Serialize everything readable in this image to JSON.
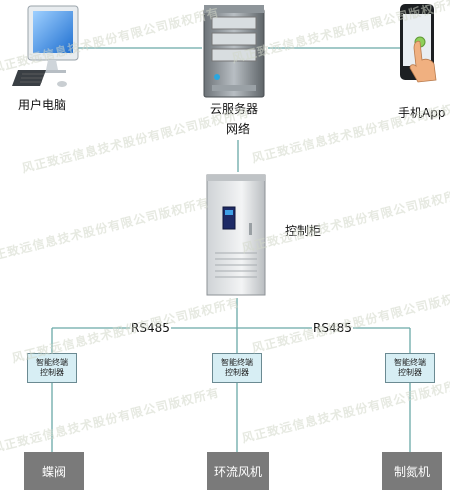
{
  "nodes": {
    "pc": {
      "label": "用户电脑"
    },
    "server": {
      "label": "云服务器"
    },
    "network": {
      "label": "网络"
    },
    "phone": {
      "label": "手机App"
    },
    "cabinet": {
      "label": "控制柜"
    }
  },
  "bus": {
    "left_label": "RS485",
    "right_label": "RS485"
  },
  "terminals": [
    {
      "line1": "智能终端",
      "line2": "控制器"
    },
    {
      "line1": "智能终端",
      "line2": "控制器"
    },
    {
      "line1": "智能终端",
      "line2": "控制器"
    }
  ],
  "devices": [
    {
      "label": "蝶阀"
    },
    {
      "label": "环流风机"
    },
    {
      "label": "制氮机"
    }
  ],
  "watermark": {
    "text": "风正致远信息技术股份有限公司版权所有"
  },
  "colors": {
    "link": "#6aa9a7",
    "device": "#7a7a7a",
    "terminal": "#d7eef4"
  }
}
